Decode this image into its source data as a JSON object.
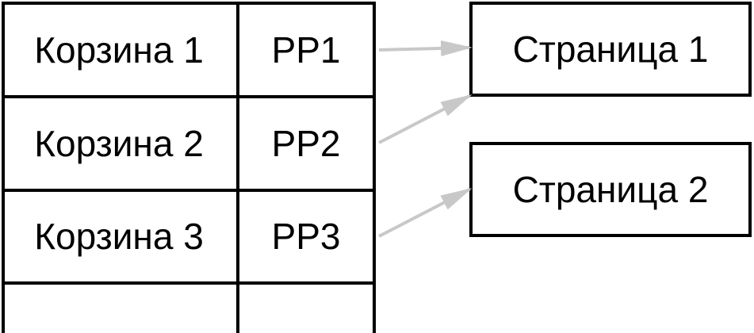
{
  "buckets": [
    {
      "label": "Корзина 1",
      "pointer": "РР1",
      "target": 0
    },
    {
      "label": "Корзина 2",
      "pointer": "РР2",
      "target": 0
    },
    {
      "label": "Корзина 3",
      "pointer": "РР3",
      "target": 1
    }
  ],
  "pages": [
    {
      "label": "Страница 1"
    },
    {
      "label": "Страница 2"
    }
  ],
  "colors": {
    "line": "#000000",
    "arrow": "#c8c8c8",
    "text": "#000000"
  }
}
